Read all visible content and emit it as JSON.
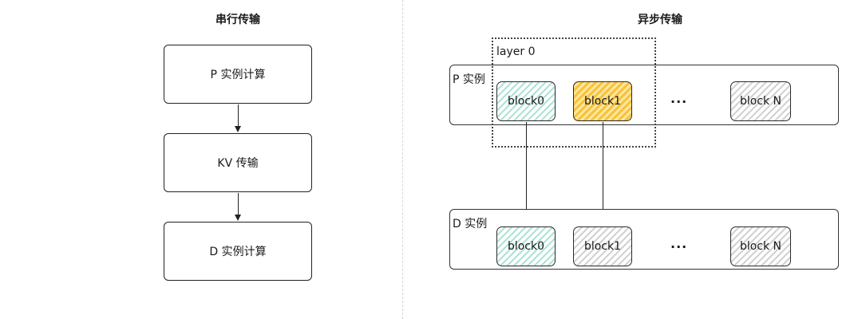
{
  "left": {
    "title": "串行传输",
    "steps": [
      "P 实例计算",
      "KV 传输",
      "D 实例计算"
    ]
  },
  "right": {
    "title": "异步传输",
    "layer_label": "layer 0",
    "p_instance": {
      "label": "P 实例",
      "blocks": [
        "block0",
        "block1",
        "block N"
      ],
      "ellipsis": "..."
    },
    "d_instance": {
      "label": "D 实例",
      "blocks": [
        "block0",
        "block1",
        "block N"
      ],
      "ellipsis": "..."
    }
  },
  "colors": {
    "block0": "#aee3d6",
    "block1_active": "#f8c33b",
    "inactive": "#d2d2d2"
  }
}
